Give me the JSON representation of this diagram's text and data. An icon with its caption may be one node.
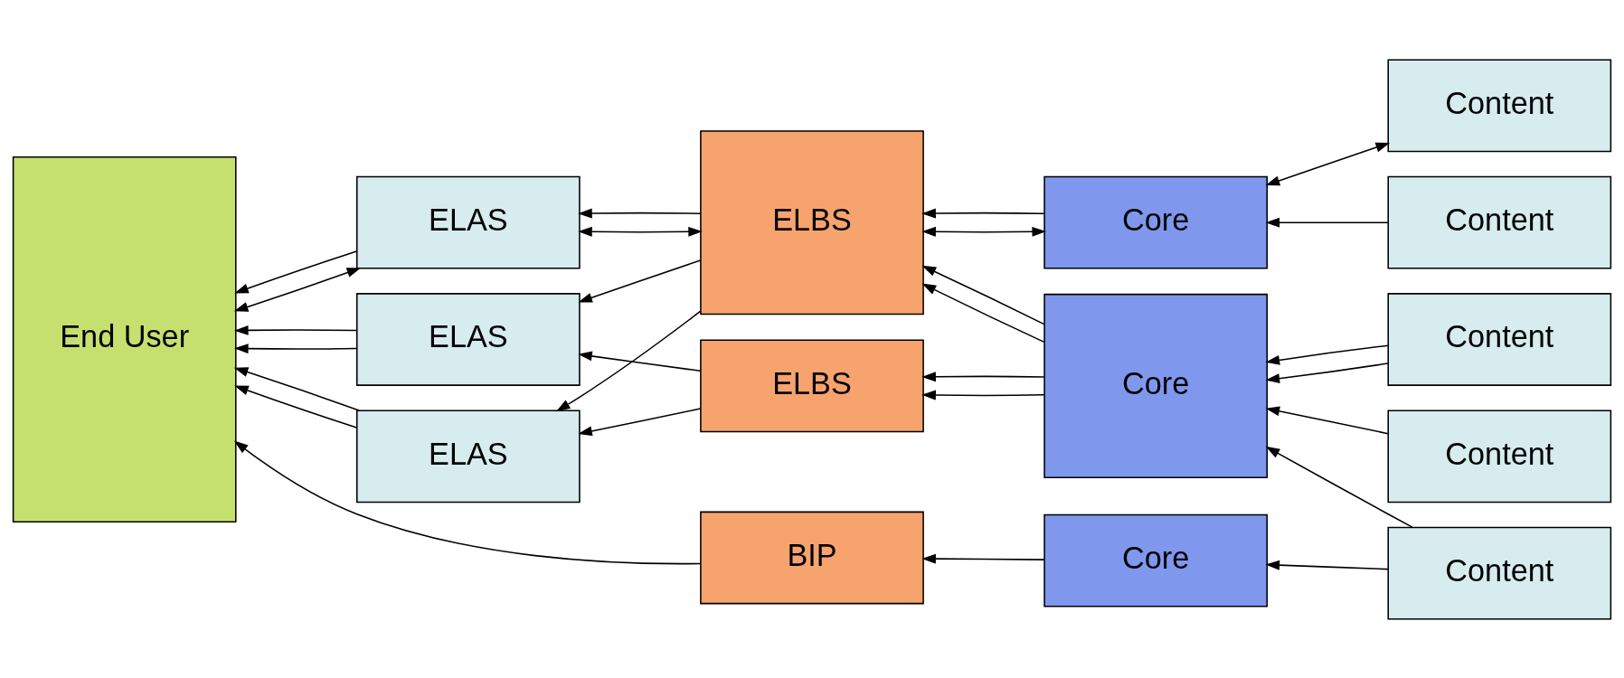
{
  "diagram": {
    "nodes": [
      {
        "text": [
          "Content"
        ]
      },
      {
        "text": [
          "End User"
        ]
      },
      {
        "text": [
          "ELAS"
        ]
      },
      {
        "text": [
          "ELBS"
        ]
      },
      {
        "text": [
          "Core"
        ]
      },
      {
        "text": [
          "Content"
        ]
      },
      {
        "text": [
          "ELAS"
        ]
      },
      {
        "text": [
          "Core"
        ]
      },
      {
        "text": [
          "Content"
        ]
      },
      {
        "text": [
          "ELAS"
        ]
      },
      {
        "text": [
          "ELBS"
        ]
      },
      {
        "text": [
          "Content"
        ]
      },
      {
        "text": [
          "BIP"
        ]
      },
      {
        "text": [
          "Core"
        ]
      },
      {
        "text": [
          "Content"
        ]
      }
    ],
    "edges": [
      {
        "from": 2,
        "to": 1,
        "arrow": "both"
      },
      {
        "from": 3,
        "to": 2,
        "arrow": "both"
      },
      {
        "from": 4,
        "to": 3,
        "arrow": "both"
      },
      {
        "from": 5,
        "to": 4,
        "arrow": "both"
      },
      {
        "from": 0,
        "to": 4,
        "arrow": "to"
      },
      {
        "from": 4,
        "to": 3,
        "arrow": "to"
      },
      {
        "from": 3,
        "to": 2,
        "arrow": "to"
      },
      {
        "from": 2,
        "to": 1,
        "arrow": "to"
      },
      {
        "from": 8,
        "to": 7,
        "arrow": "to"
      },
      {
        "from": 7,
        "to": 10,
        "arrow": "to"
      },
      {
        "from": 10,
        "to": 6,
        "arrow": "to"
      },
      {
        "from": 6,
        "to": 1,
        "arrow": "to"
      },
      {
        "from": 14,
        "to": 7,
        "arrow": "to"
      },
      {
        "from": 7,
        "to": 3,
        "arrow": "to"
      },
      {
        "from": 3,
        "to": 9,
        "arrow": "to"
      },
      {
        "from": 9,
        "to": 1,
        "arrow": "to"
      },
      {
        "from": 11,
        "to": 7,
        "arrow": "to"
      },
      {
        "from": 7,
        "to": 3,
        "arrow": "to"
      },
      {
        "from": 3,
        "to": 6,
        "arrow": "to"
      },
      {
        "from": 6,
        "to": 1,
        "arrow": "to"
      },
      {
        "from": 11,
        "to": 7,
        "arrow": "to"
      },
      {
        "from": 7,
        "to": 10,
        "arrow": "to"
      },
      {
        "from": 10,
        "to": 9,
        "arrow": "to"
      },
      {
        "from": 9,
        "to": 1,
        "arrow": "to"
      },
      {
        "from": 14,
        "to": 13,
        "arrow": "to"
      },
      {
        "from": 13,
        "to": 12,
        "arrow": "to"
      },
      {
        "from": 12,
        "to": 1,
        "arrow": "to"
      }
    ]
  }
}
